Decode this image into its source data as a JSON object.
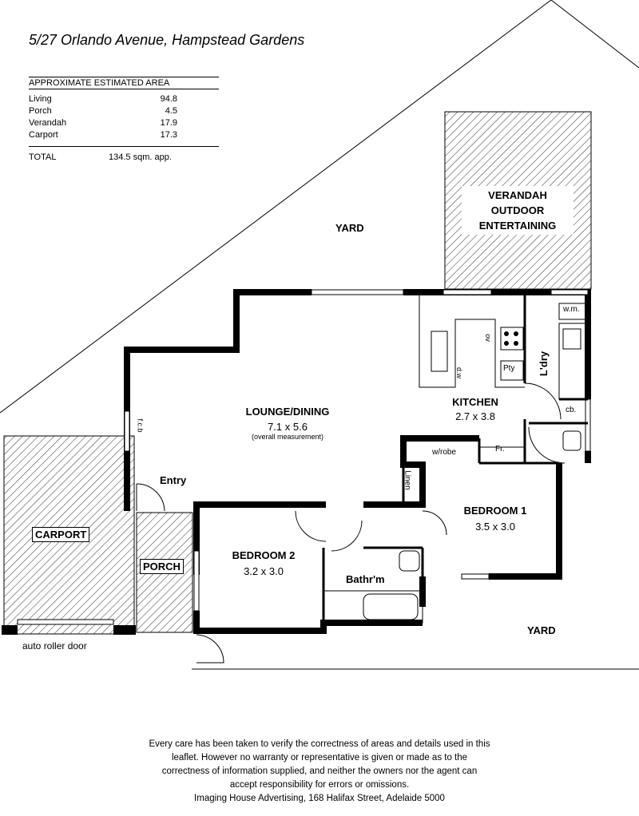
{
  "title": "5/27 Orlando Avenue, Hampstead Gardens",
  "area_table": {
    "heading": "APPROXIMATE ESTIMATED AREA",
    "rows": [
      {
        "label": "Living",
        "value": "94.8"
      },
      {
        "label": "Porch",
        "value": "4.5"
      },
      {
        "label": "Verandah",
        "value": "17.9"
      },
      {
        "label": "Carport",
        "value": "17.3"
      }
    ],
    "total_label": "TOTAL",
    "total_value": "134.5 sqm. app."
  },
  "rooms": {
    "lounge": {
      "name": "LOUNGE/DINING",
      "dims": "7.1 x 5.6",
      "note": "(overall measurement)"
    },
    "kitchen": {
      "name": "KITCHEN",
      "dims": "2.7 x 3.8"
    },
    "bedroom1": {
      "name": "BEDROOM 1",
      "dims": "3.5 x 3.0"
    },
    "bedroom2": {
      "name": "BEDROOM 2",
      "dims": "3.2 x 3.0"
    },
    "bathroom": {
      "name": "Bathr'm"
    },
    "laundry": {
      "name": "L'dry"
    },
    "entry": {
      "name": "Entry"
    },
    "porch": {
      "name": "PORCH"
    },
    "carport": {
      "name": "CARPORT"
    },
    "verandah": {
      "line1": "VERANDAH",
      "line2": "OUTDOOR",
      "line3": "ENTERTAINING"
    }
  },
  "fixtures": {
    "pantry": "Pty",
    "fridge": "Fr.",
    "wardrobe": "w/robe",
    "linen": "Linen",
    "washing_machine": "w.m.",
    "cupboard": "cb.",
    "dishwasher": "d.w",
    "oven": "ov",
    "fcb": "f.c.b"
  },
  "yard_top": "YARD",
  "yard_bottom": "YARD",
  "roller_door": "auto roller door",
  "disclaimer": {
    "line1": "Every care has been taken to verify the correctness of areas and details used in this",
    "line2": "leaflet.  However no warranty or representative is given or made as to the",
    "line3": "correctness of information supplied, and neither the owners nor the agent can",
    "line4": "accept responsibility for errors or omissions.",
    "line5": "Imaging House Advertising, 168 Halifax Street, Adelaide 5000"
  }
}
